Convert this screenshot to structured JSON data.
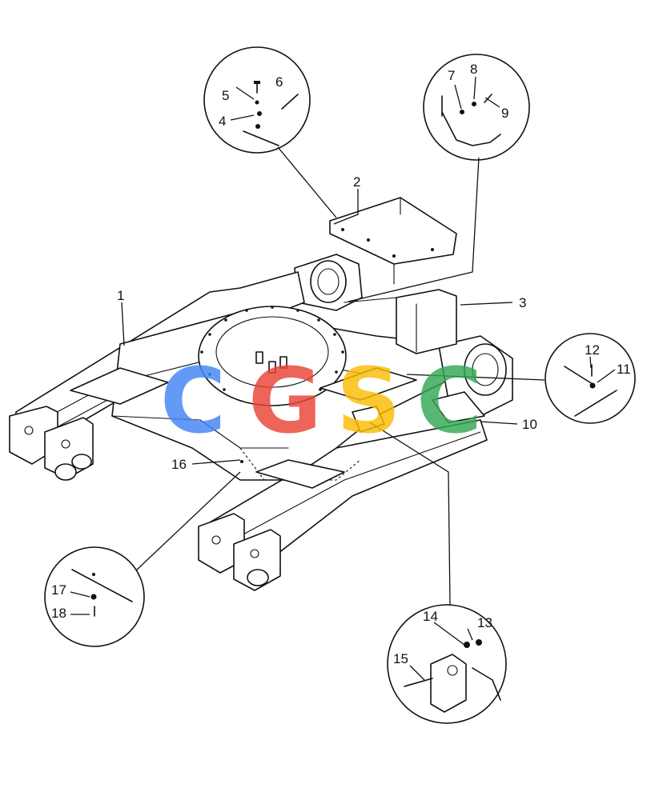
{
  "labels": {
    "p1": "1",
    "p2": "2",
    "p3": "3",
    "p4": "4",
    "p5": "5",
    "p6": "6",
    "p7": "7",
    "p8": "8",
    "p9": "9",
    "p10": "10",
    "p11": "11",
    "p12": "12",
    "p13": "13",
    "p14": "14",
    "p15": "15",
    "p16": "16",
    "p17": "17",
    "p18": "18"
  },
  "watermark": {
    "letters": [
      "C",
      "G",
      "S",
      "C"
    ],
    "colors": [
      "#4285F4",
      "#EA4335",
      "#FBBC05",
      "#34A853"
    ]
  }
}
